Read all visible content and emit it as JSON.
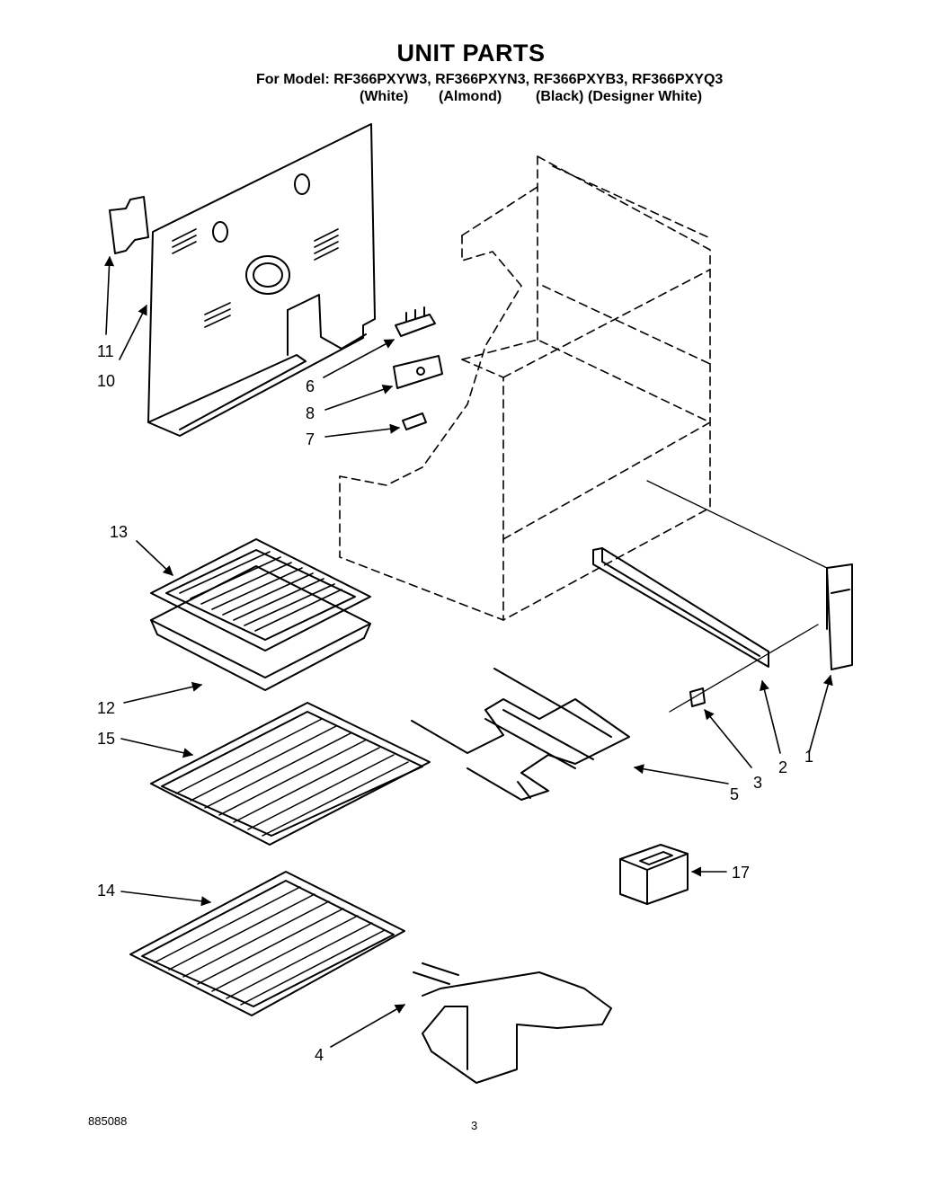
{
  "header": {
    "title": "UNIT PARTS",
    "models_line": "For Model: RF366PXYW3, RF366PXYN3, RF366PXYB3, RF366PXYQ3",
    "colors": [
      "(White)",
      "(Almond)",
      "(Black)",
      "(Designer White)"
    ]
  },
  "callouts": {
    "p1": "1",
    "p2": "2",
    "p3": "3",
    "p4": "4",
    "p5": "5",
    "p6": "6",
    "p7": "7",
    "p8": "8",
    "p10": "10",
    "p11": "11",
    "p12": "12",
    "p13": "13",
    "p14": "14",
    "p15": "15",
    "p17": "17"
  },
  "footer": {
    "doc_number": "885088",
    "page_number": "3"
  }
}
